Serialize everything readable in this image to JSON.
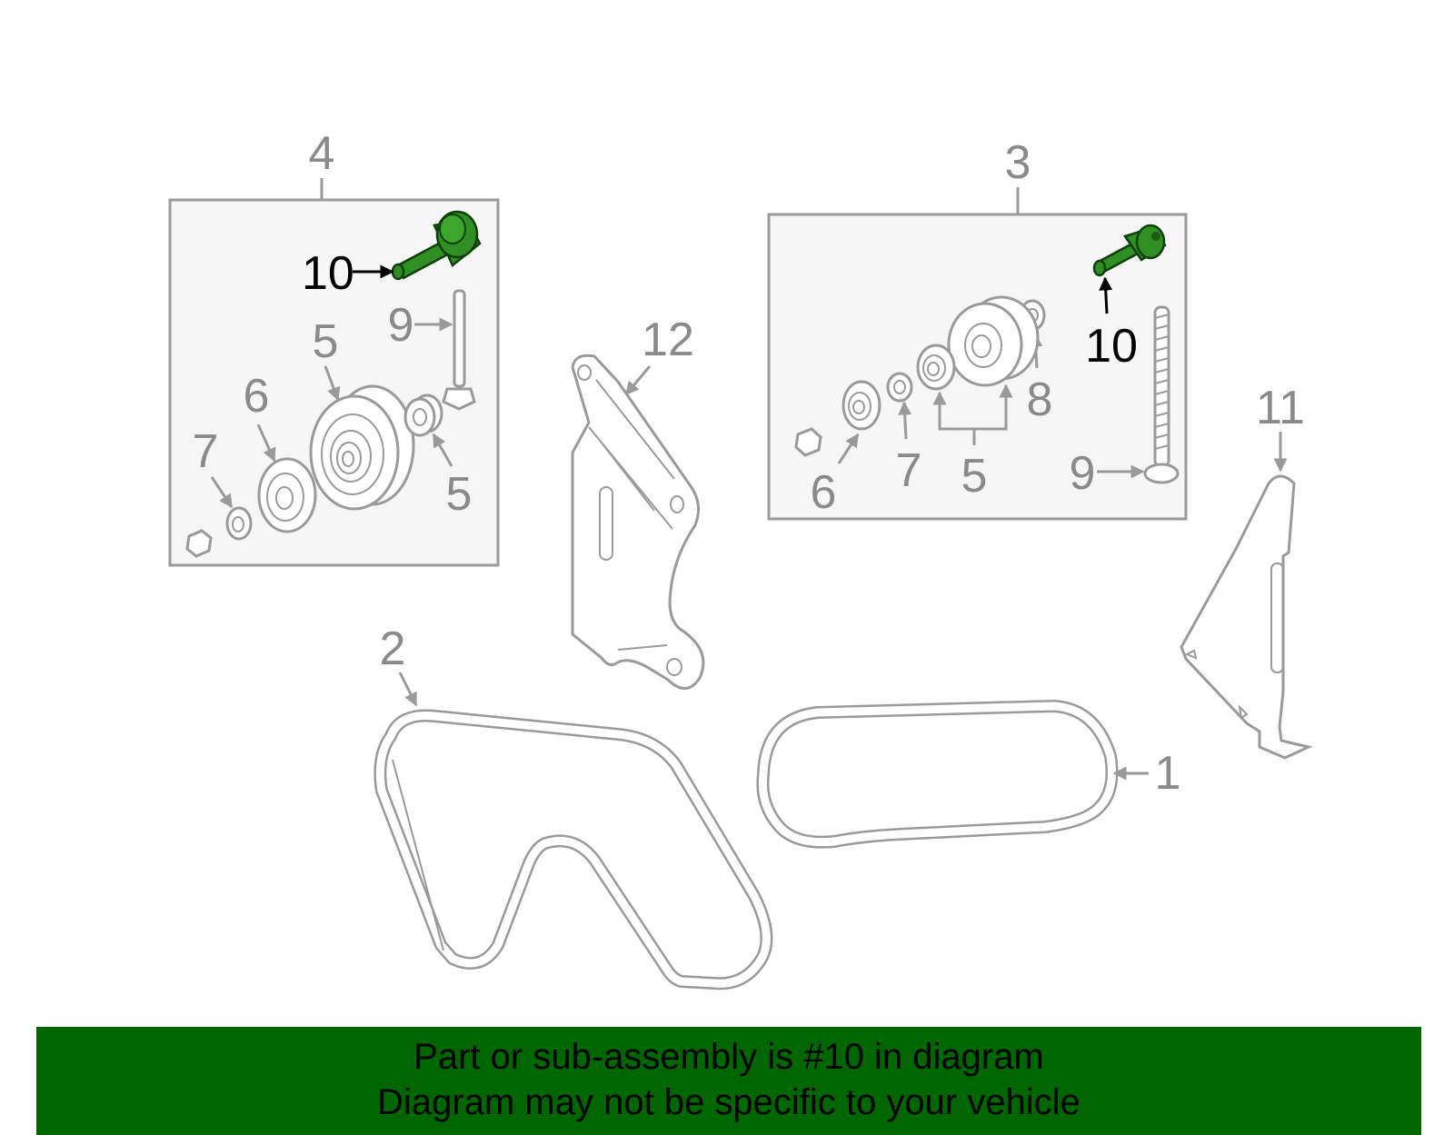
{
  "callouts": {
    "assembly_left": "4",
    "assembly_right": "3",
    "belt_1": "1",
    "belt_2": "2",
    "bracket_11": "11",
    "bracket_12": "12",
    "left": {
      "bolt_10": "10",
      "bolt_9": "9",
      "pulley_5": "5",
      "spacer_5": "5",
      "washer_6": "6",
      "washer_7": "7"
    },
    "right": {
      "bolt_10": "10",
      "bolt_9": "9",
      "pulley_5": "5",
      "washer_6": "6",
      "washer_7": "7",
      "washer_8": "8"
    }
  },
  "highlight_part": "10",
  "highlight_color": "#2f8f22",
  "banner": {
    "line1": "Part or sub-assembly is #10 in diagram",
    "line2": "Diagram may not be specific to your vehicle",
    "background": "#006600"
  }
}
